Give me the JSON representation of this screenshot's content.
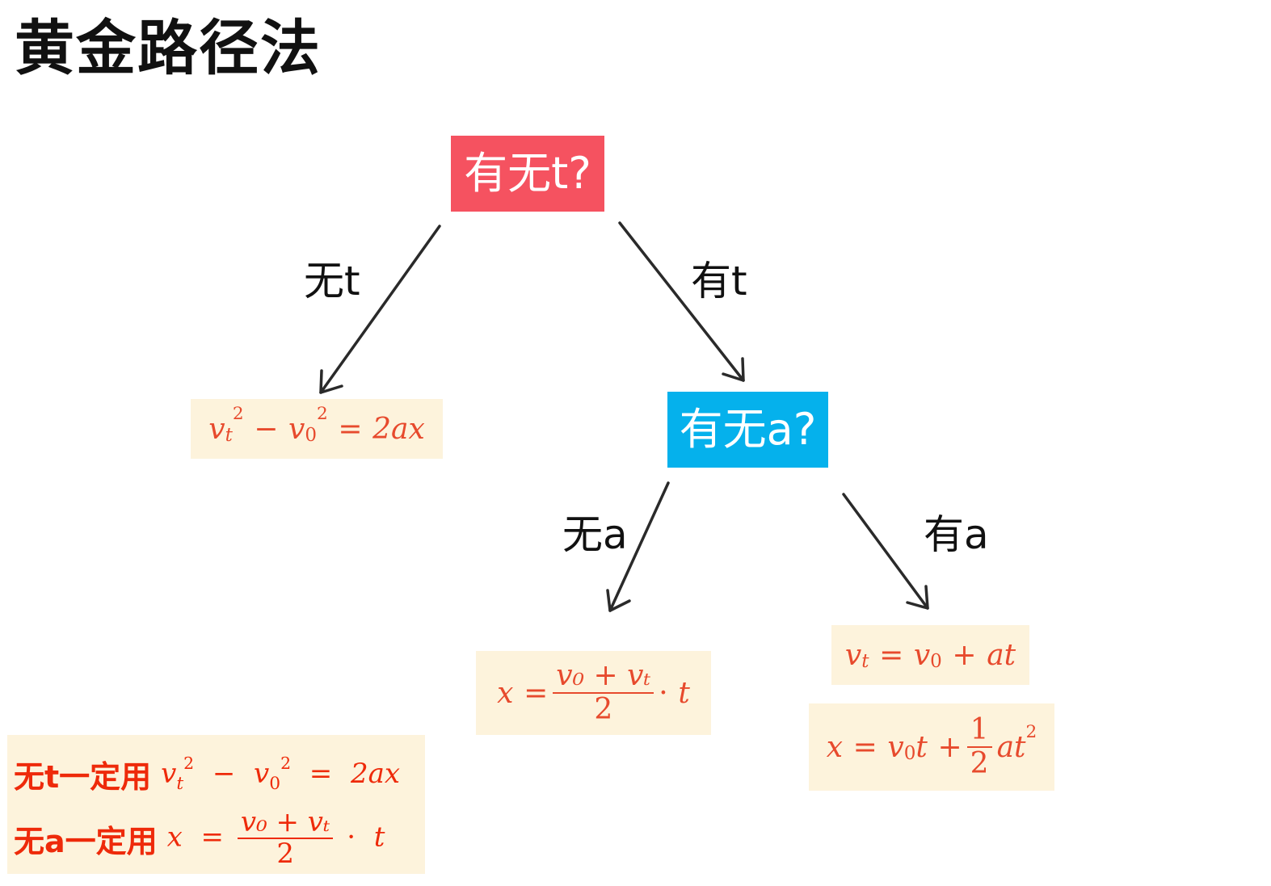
{
  "title": "黄金路径法",
  "nodes": {
    "has_t": "有无t?",
    "has_a": "有无a?"
  },
  "branches": {
    "no_t": "无t",
    "yes_t": "有t",
    "no_a": "无a",
    "yes_a": "有a"
  },
  "formulas": {
    "no_t": {
      "v": "v",
      "t": "t",
      "two": "2",
      "zero": "0",
      "minus": "−",
      "eq": "=",
      "rhs": "2ax"
    },
    "no_a": {
      "x": "x",
      "eq": "=",
      "num": "v₀ + vₜ",
      "den": "2",
      "dot": "·",
      "t": "t"
    },
    "yes_a_velocity": {
      "v": "v",
      "t": "t",
      "eq": "=",
      "v0": "v",
      "zero": "0",
      "plus": "+",
      "rhs": "at"
    },
    "yes_a_position": {
      "x": "x",
      "eq": "=",
      "term1": "v",
      "zero": "0",
      "t": "t",
      "plus": "+",
      "num": "1",
      "den": "2",
      "at": "at",
      "two": "2"
    }
  },
  "summary": {
    "line1_label": "无t一定用",
    "line2_label": "无a一定用"
  },
  "colors": {
    "node_t": "#f55260",
    "node_a": "#05b1ec",
    "formula_text": "#e74a2d",
    "formula_bg": "#fdf3dc",
    "summary_text": "#ee2a0a"
  }
}
